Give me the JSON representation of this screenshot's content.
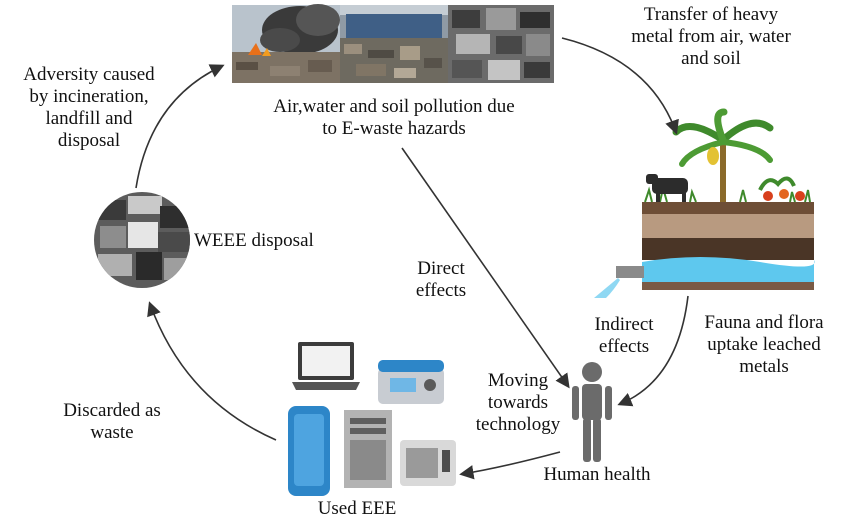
{
  "labels": {
    "pollution_photo_caption": [
      "Air,water and soil pollution due",
      "to E-waste hazards"
    ],
    "transfer_heavy_metal": [
      "Transfer of heavy",
      "metal from air, water",
      "and soil"
    ],
    "adversity": [
      "Adversity caused",
      "by incineration,",
      "landfill and",
      "disposal"
    ],
    "weee_disposal": [
      "WEEE disposal"
    ],
    "direct_effects": [
      "Direct",
      "effects"
    ],
    "indirect_effects": [
      "Indirect",
      "effects"
    ],
    "fauna_flora": [
      "Fauna and flora",
      "uptake leached",
      "metals"
    ],
    "moving_towards": [
      "Moving",
      "towards",
      "technology"
    ],
    "human_health": [
      "Human health"
    ],
    "discarded": [
      "Discarded as",
      "waste"
    ],
    "used_eee": [
      "Used EEE"
    ]
  },
  "colors": {
    "arrow": "#333333",
    "soil_dark": "#4a3526",
    "soil_mid": "#7a5a45",
    "soil_light": "#b89a80",
    "water": "#5ec8ee",
    "plant_green": "#3f8a2c",
    "human": "#6b6b6b",
    "phone_blue": "#2d86c8",
    "device_grey": "#9a9a9a"
  }
}
